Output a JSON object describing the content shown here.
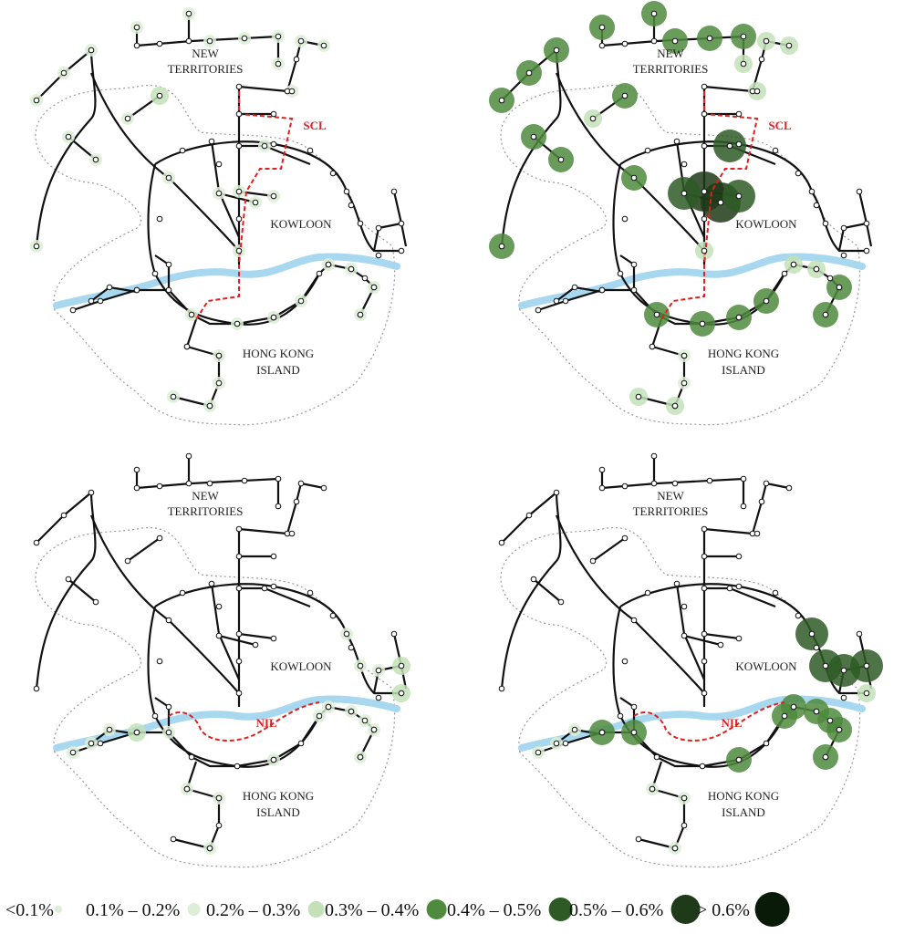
{
  "colors": {
    "line": "#111111",
    "new_line": "#e02020",
    "harbour": "#a8d8f0",
    "boundary": "#9a9a9a",
    "station_fill": "#ffffff",
    "bins": [
      "#dcefd6",
      "#c3e0b8",
      "#4f8a3e",
      "#2e5a26",
      "#1f3a18",
      "#0a1a08"
    ]
  },
  "legend": {
    "items": [
      {
        "label": "<0.1%",
        "bin": 0
      },
      {
        "label": "0.1% – 0.2%",
        "bin": 1
      },
      {
        "label": "0.2% – 0.3%",
        "bin": 2
      },
      {
        "label": "0.3% – 0.4%",
        "bin": 3
      },
      {
        "label": "0.4% – 0.5%",
        "bin": 4
      },
      {
        "label": "0.5% – 0.6%",
        "bin": 5
      },
      {
        "label": "> 0.6%",
        "bin": 6
      }
    ]
  },
  "region_labels": {
    "new_territories_1": "NEW",
    "new_territories_2": "TERRITORIES",
    "kowloon": "KOWLOON",
    "hk_island_1": "HONG KONG",
    "hk_island_2": "ISLAND"
  },
  "panels": [
    {
      "id": "top-left",
      "new_line_label": "SCL",
      "new_line": "scl"
    },
    {
      "id": "top-right",
      "new_line_label": "SCL",
      "new_line": "scl"
    },
    {
      "id": "bottom-left",
      "new_line_label": "NIL",
      "new_line": "nil"
    },
    {
      "id": "bottom-right",
      "new_line_label": "NIL",
      "new_line": "nil"
    }
  ],
  "impact_bins": {
    "top-left": [
      [
        0,
        1
      ],
      [
        1,
        1
      ],
      [
        2,
        1
      ],
      [
        3,
        1
      ],
      [
        4,
        1
      ],
      [
        5,
        1
      ],
      [
        6,
        1
      ],
      [
        7,
        1
      ],
      [
        8,
        1
      ],
      [
        9,
        1
      ],
      [
        10,
        1
      ],
      [
        11,
        1
      ],
      [
        12,
        1
      ],
      [
        13,
        1
      ],
      [
        14,
        1
      ],
      [
        15,
        1
      ],
      [
        16,
        1
      ],
      [
        17,
        1
      ],
      [
        18,
        1
      ],
      [
        19,
        2
      ],
      [
        20,
        1
      ],
      [
        21,
        1
      ],
      [
        22,
        1
      ],
      [
        23,
        1
      ],
      [
        24,
        1
      ],
      [
        25,
        1
      ],
      [
        26,
        1
      ],
      [
        27,
        1
      ],
      [
        28,
        1
      ],
      [
        29,
        1
      ],
      [
        30,
        1
      ],
      [
        31,
        1
      ],
      [
        32,
        1
      ],
      [
        33,
        1
      ],
      [
        34,
        1
      ],
      [
        35,
        1
      ]
    ],
    "top-right": [
      [
        0,
        3
      ],
      [
        1,
        3
      ],
      [
        2,
        3
      ],
      [
        3,
        3
      ],
      [
        4,
        3
      ],
      [
        5,
        3
      ],
      [
        6,
        3
      ],
      [
        7,
        3
      ],
      [
        8,
        2
      ],
      [
        9,
        2
      ],
      [
        10,
        2
      ],
      [
        11,
        2
      ],
      [
        12,
        4
      ],
      [
        13,
        5
      ],
      [
        14,
        5
      ],
      [
        15,
        4
      ],
      [
        16,
        4
      ],
      [
        17,
        2
      ],
      [
        18,
        2
      ],
      [
        19,
        3
      ],
      [
        20,
        3
      ],
      [
        21,
        3
      ],
      [
        22,
        3
      ],
      [
        23,
        3
      ],
      [
        24,
        3
      ],
      [
        25,
        3
      ],
      [
        26,
        3
      ],
      [
        27,
        3
      ],
      [
        28,
        2
      ],
      [
        29,
        2
      ],
      [
        30,
        3
      ],
      [
        31,
        3
      ],
      [
        32,
        1
      ],
      [
        33,
        1
      ],
      [
        34,
        2
      ],
      [
        35,
        2
      ]
    ],
    "bottom-left": [
      [
        36,
        1
      ],
      [
        37,
        1
      ],
      [
        38,
        1
      ],
      [
        39,
        2
      ],
      [
        40,
        2
      ],
      [
        41,
        1
      ],
      [
        42,
        1
      ],
      [
        43,
        1
      ],
      [
        44,
        1
      ],
      [
        45,
        1
      ],
      [
        46,
        1
      ],
      [
        47,
        1
      ],
      [
        48,
        1
      ],
      [
        49,
        2
      ],
      [
        50,
        1
      ],
      [
        51,
        1
      ],
      [
        52,
        1
      ],
      [
        53,
        1
      ],
      [
        54,
        1
      ],
      [
        55,
        1
      ]
    ],
    "bottom-right": [
      [
        36,
        4
      ],
      [
        37,
        4
      ],
      [
        38,
        4
      ],
      [
        39,
        4
      ],
      [
        40,
        2
      ],
      [
        41,
        3
      ],
      [
        42,
        3
      ],
      [
        43,
        3
      ],
      [
        44,
        3
      ],
      [
        45,
        3
      ],
      [
        46,
        3
      ],
      [
        47,
        3
      ],
      [
        48,
        3
      ],
      [
        49,
        3
      ],
      [
        50,
        1
      ],
      [
        51,
        1
      ],
      [
        52,
        1
      ],
      [
        53,
        1
      ],
      [
        54,
        1
      ],
      [
        55,
        1
      ]
    ]
  }
}
